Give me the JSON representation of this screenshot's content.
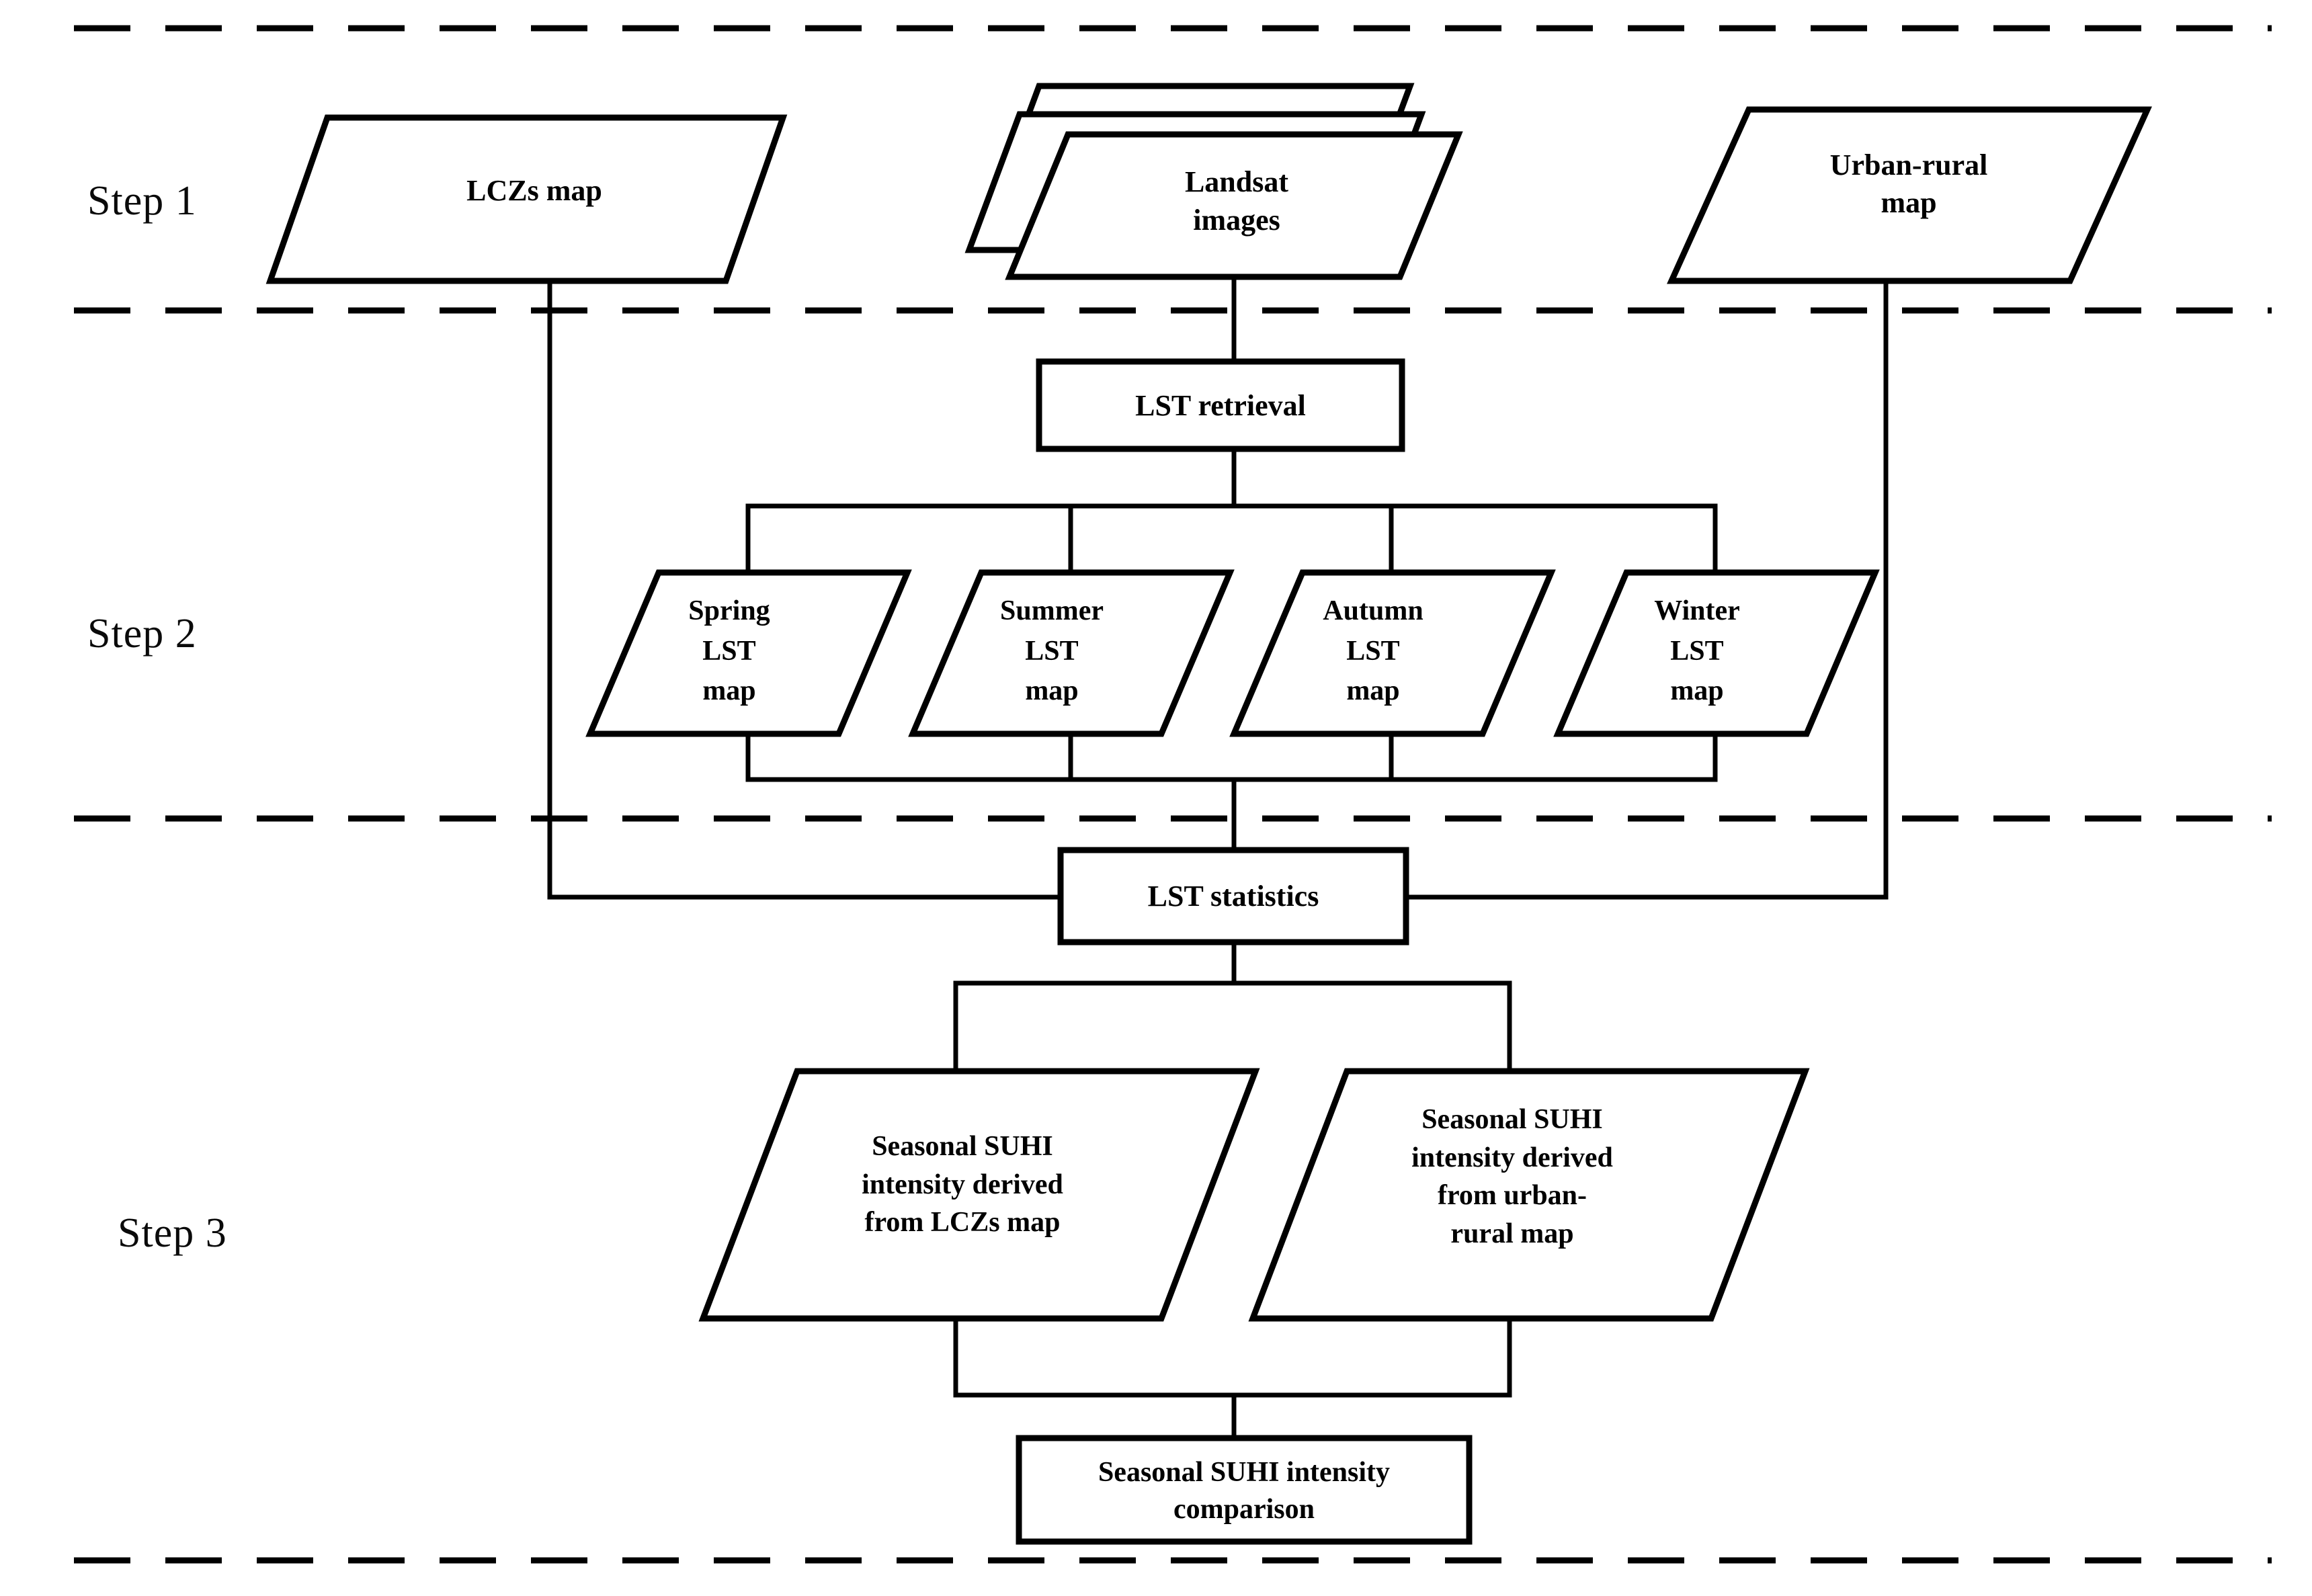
{
  "diagram": {
    "title": "Seasonal SUHI intensity methodology flowchart",
    "stroke_color": "#000000",
    "background_color": "#ffffff"
  },
  "steps": [
    {
      "id": "step1",
      "label": "Step 1"
    },
    {
      "id": "step2",
      "label": "Step 2"
    },
    {
      "id": "step3",
      "label": "Step 3"
    }
  ],
  "nodes": {
    "lczs_map": {
      "label": "LCZs map",
      "shape": "parallelogram"
    },
    "landsat_images": {
      "label": "Landsat\nimages",
      "shape": "parallelogram-stack"
    },
    "urban_rural_map": {
      "label": "Urban-rural\nmap",
      "shape": "parallelogram"
    },
    "lst_retrieval": {
      "label": "LST retrieval",
      "shape": "rectangle"
    },
    "spring_lst_map": {
      "label": "Spring\nLST\nmap",
      "shape": "parallelogram"
    },
    "summer_lst_map": {
      "label": "Summer\nLST\nmap",
      "shape": "parallelogram"
    },
    "autumn_lst_map": {
      "label": "Autumn\nLST\nmap",
      "shape": "parallelogram"
    },
    "winter_lst_map": {
      "label": "Winter\nLST\nmap",
      "shape": "parallelogram"
    },
    "lst_statistics": {
      "label": "LST statistics",
      "shape": "rectangle"
    },
    "suhi_from_lczs": {
      "label": "Seasonal SUHI\nintensity derived\nfrom LCZs map",
      "shape": "parallelogram"
    },
    "suhi_from_urban_rural": {
      "label": "Seasonal SUHI\nintensity derived\nfrom urban-\nrural  map",
      "shape": "parallelogram"
    },
    "suhi_comparison": {
      "label": "Seasonal SUHI intensity\ncomparison",
      "shape": "rectangle"
    }
  }
}
